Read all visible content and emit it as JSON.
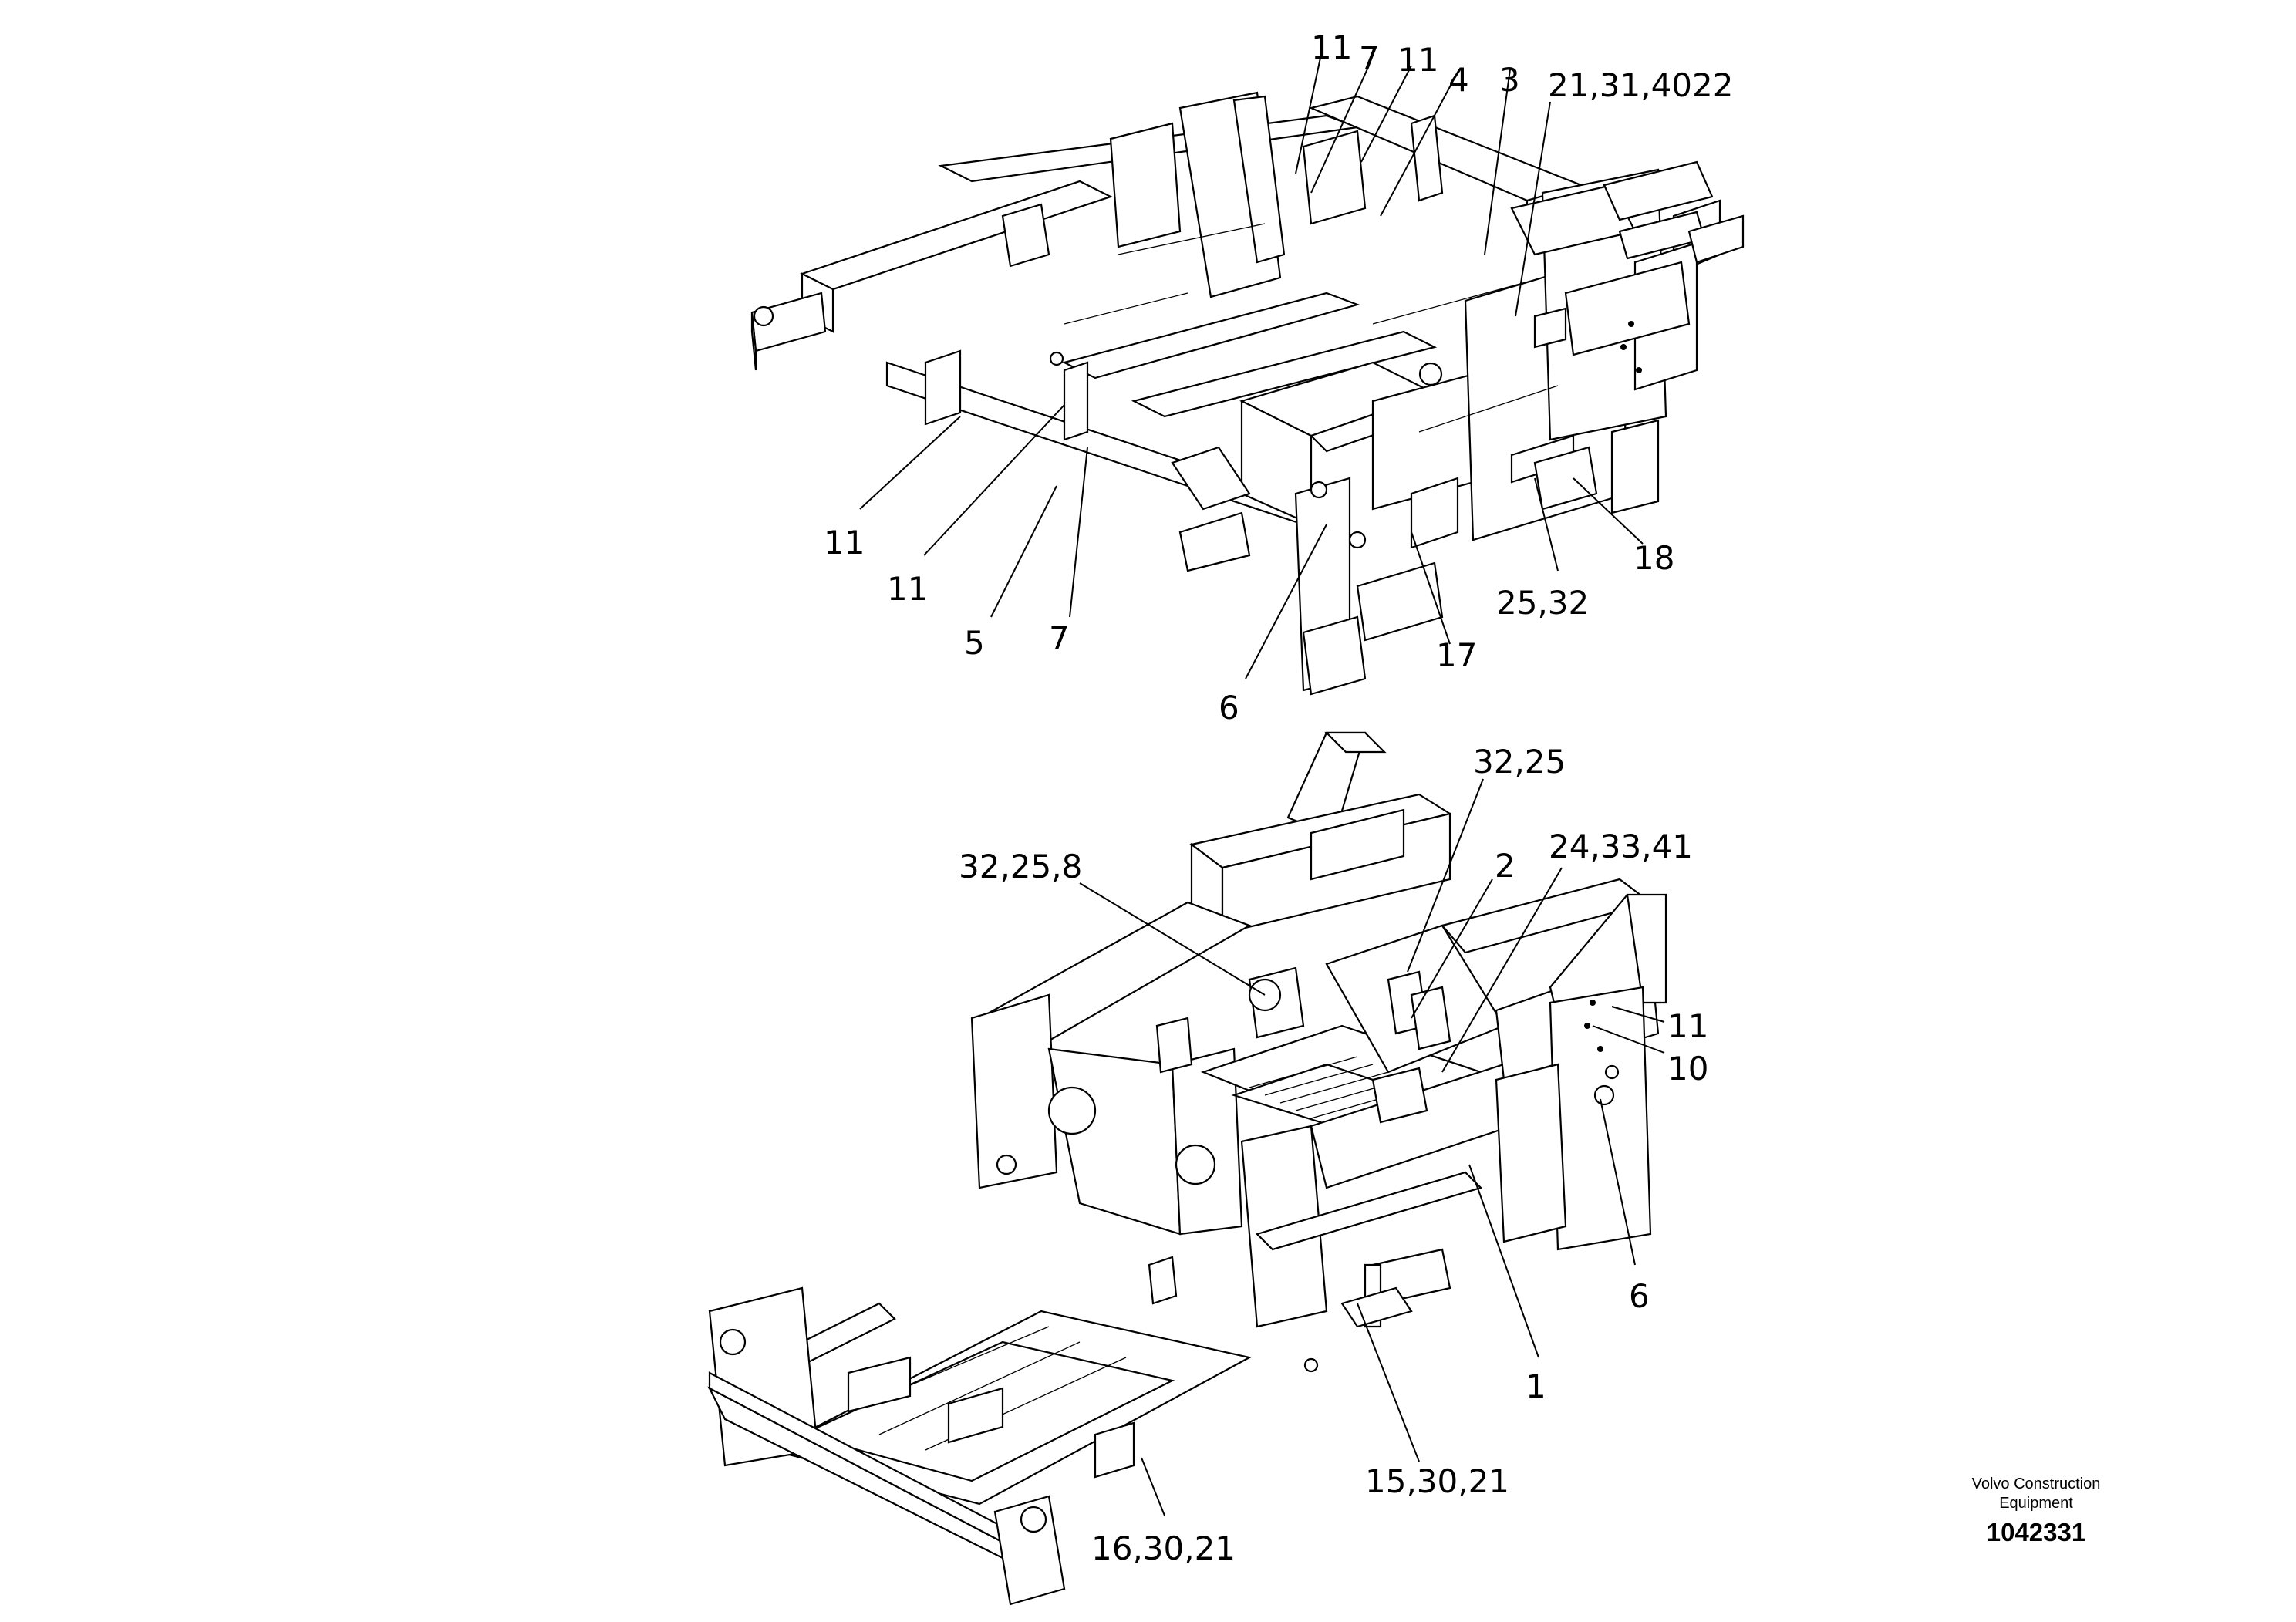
{
  "callouts_top": [
    "11",
    "7",
    "11",
    "4",
    "3",
    "21,31,4022",
    "11",
    "11",
    "5",
    "7",
    "6",
    "17",
    "25,32",
    "18"
  ],
  "callouts_bottom": [
    "32,25",
    "32,25,8",
    "2",
    "24,33,41",
    "11",
    "10",
    "6",
    "1",
    "15,30,21",
    "16,30,21"
  ],
  "footer": {
    "brand": "Volvo Construction Equipment",
    "doc_number": "1042331"
  }
}
